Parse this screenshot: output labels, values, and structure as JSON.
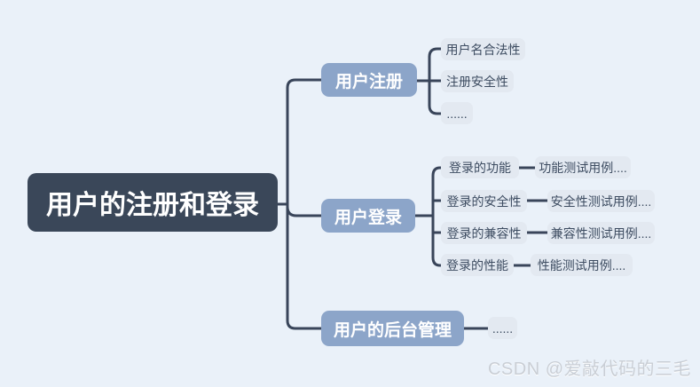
{
  "colors": {
    "background": "#EAF1F9",
    "root_bg": "#3A4759",
    "branch_bg": "#8CA5C9",
    "child_bg": "#E3E9F1",
    "connector_line": "#39455A",
    "root_text": "#FFFFFF",
    "branch_text": "#FFFFFF",
    "child_text": "#3D4C61",
    "watermark_text": "#C9CED5"
  },
  "mindmap": {
    "root": {
      "label": "用户的注册和登录"
    },
    "branches": [
      {
        "label": "用户注册",
        "children": [
          {
            "label": "用户名合法性"
          },
          {
            "label": "注册安全性"
          },
          {
            "label": "......"
          }
        ]
      },
      {
        "label": "用户登录",
        "children": [
          {
            "label": "登录的功能",
            "children": [
              {
                "label": "功能测试用例...."
              }
            ]
          },
          {
            "label": "登录的安全性",
            "children": [
              {
                "label": "安全性测试用例...."
              }
            ]
          },
          {
            "label": "登录的兼容性",
            "children": [
              {
                "label": "兼容性测试用例...."
              }
            ]
          },
          {
            "label": "登录的性能",
            "children": [
              {
                "label": "性能测试用例...."
              }
            ]
          }
        ]
      },
      {
        "label": "用户的后台管理",
        "children": [
          {
            "label": "......"
          }
        ]
      }
    ]
  },
  "watermark": {
    "text": "CSDN @爱敲代码的三毛"
  }
}
